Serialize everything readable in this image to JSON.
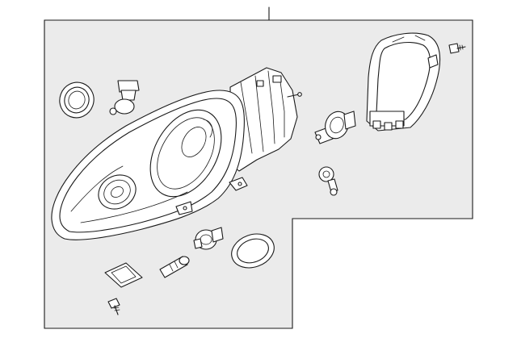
{
  "diagram": {
    "type": "exploded-parts-illustration",
    "background_color": "#ebebeb",
    "line_color": "#1a1a1a",
    "parts": [
      {
        "name": "headlamp-assembly"
      },
      {
        "name": "rear-housing-cover"
      },
      {
        "name": "mounting-screw"
      },
      {
        "name": "low-beam-bulb"
      },
      {
        "name": "bulb-socket"
      },
      {
        "name": "dust-cap-upper"
      },
      {
        "name": "high-beam-bulb"
      },
      {
        "name": "turn-signal-bulb"
      },
      {
        "name": "dust-cap-lower"
      },
      {
        "name": "side-marker-bulb"
      },
      {
        "name": "gasket"
      },
      {
        "name": "adjuster-screw"
      }
    ]
  }
}
